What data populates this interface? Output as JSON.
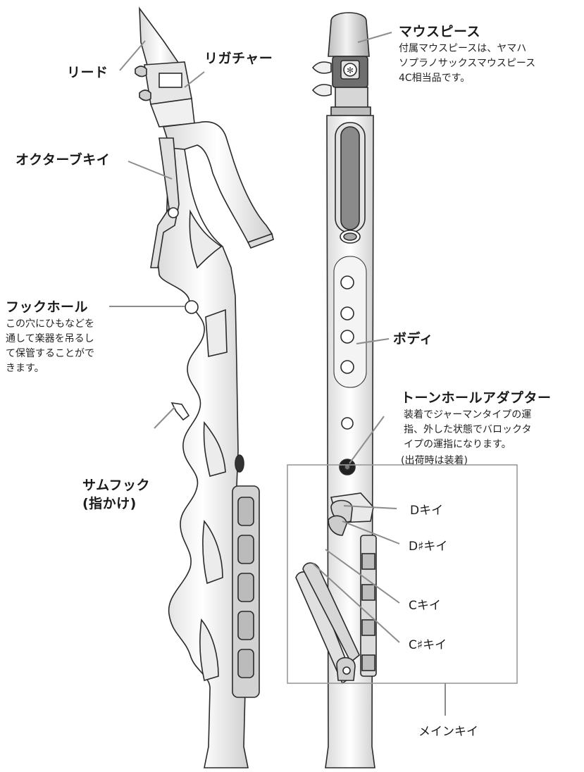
{
  "labels": {
    "reed": "リード",
    "ligature": "リガチャー",
    "octave_key": "オクターブキイ",
    "hook_hole": "フックホール",
    "hook_hole_desc": [
      "この穴にひもなどを",
      "通して楽器を吊るし",
      "て保管することがで",
      "きます。"
    ],
    "thumb_hook": [
      "サムフック",
      "(指かけ)"
    ],
    "mouthpiece": "マウスピース",
    "mouthpiece_desc": [
      "付属マウスピースは、ヤマハ",
      "ソプラノサックスマウスピース",
      "4C相当品です。"
    ],
    "body": "ボディ",
    "tone_hole_adapter": "トーンホールアダプター",
    "tone_hole_adapter_desc": [
      "装着でジャーマンタイプの運",
      "指、外した状態でバロックタ",
      "イプの運指になります。"
    ],
    "tone_hole_adapter_note": "(出荷時は装着)",
    "d_key": "Dキイ",
    "d_sharp_key": "D♯キイ",
    "c_key": "Cキイ",
    "c_sharp_key": "C♯キイ",
    "main_key": "メインキイ"
  },
  "colors": {
    "leader": "#8c8c8c",
    "outline": "#2a2a2a",
    "frame": "#9a9a9a"
  }
}
